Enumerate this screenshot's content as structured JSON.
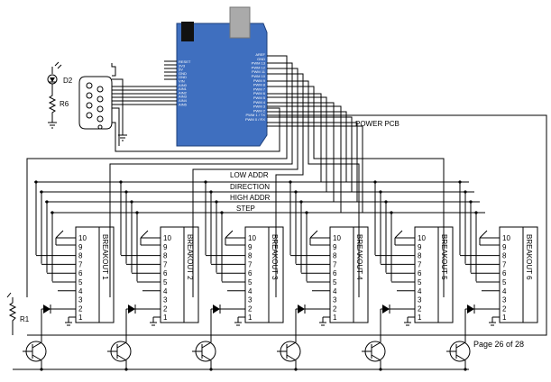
{
  "arduino": {
    "left_pins": [
      "RESET",
      "3V3",
      "5V",
      "GND",
      "GND",
      "VIN",
      "AIN0",
      "AIN1",
      "AIN2",
      "AIN3",
      "AIN4",
      "AIN5"
    ],
    "right_pins": [
      "AREF",
      "GND",
      "PWM 13",
      "PWM 12",
      "PWM 11",
      "PWM 10",
      "PWM 9",
      "PWM 8",
      "PWM 7",
      "PWM 6",
      "PWM 5",
      "PWM 4",
      "PWM 3",
      "PWM 2",
      "PWM 1 / TX",
      "PWM 0 / RX"
    ],
    "color": "#3f6fbf"
  },
  "labels": {
    "d2": "D2",
    "r6": "R6",
    "r1": "R1",
    "power_pcb": "POWER PCB",
    "low_addr": "LOW ADDR",
    "direction": "DIRECTION",
    "high_addr": "HIGH ADDR",
    "step": "STEP"
  },
  "breakouts": [
    {
      "label": "BREAKOUT 1",
      "pins": [
        "10",
        "9",
        "8",
        "7",
        "6",
        "5",
        "4",
        "3",
        "2",
        "1"
      ]
    },
    {
      "label": "BREAKOUT 2",
      "pins": [
        "10",
        "9",
        "8",
        "7",
        "6",
        "5",
        "4",
        "3",
        "2",
        "1"
      ]
    },
    {
      "label": "BREAKOUT 3",
      "pins": [
        "10",
        "9",
        "8",
        "7",
        "6",
        "5",
        "4",
        "3",
        "2",
        "1"
      ]
    },
    {
      "label": "BREAKOUT 4",
      "pins": [
        "10",
        "9",
        "8",
        "7",
        "6",
        "5",
        "4",
        "3",
        "2",
        "1"
      ]
    },
    {
      "label": "BREAKOUT 5",
      "pins": [
        "10",
        "9",
        "8",
        "7",
        "6",
        "5",
        "4",
        "3",
        "2",
        "1"
      ]
    },
    {
      "label": "BREAKOUT 6",
      "pins": [
        "10",
        "9",
        "8",
        "7",
        "6",
        "5",
        "4",
        "3",
        "2",
        "1"
      ]
    }
  ],
  "footer": {
    "page": "Page 26 of 28"
  }
}
